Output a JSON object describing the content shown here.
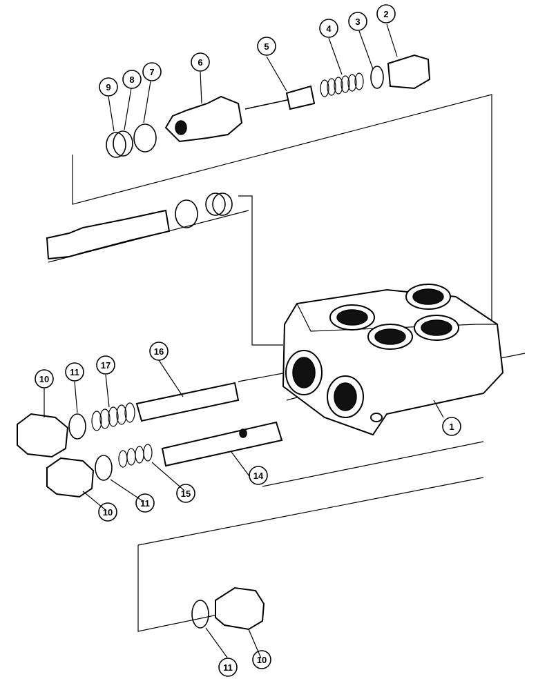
{
  "diagram": {
    "callouts": [
      {
        "id": "c1",
        "label": "1"
      },
      {
        "id": "c2",
        "label": "2"
      },
      {
        "id": "c3",
        "label": "3"
      },
      {
        "id": "c4",
        "label": "4"
      },
      {
        "id": "c5",
        "label": "5"
      },
      {
        "id": "c6",
        "label": "6"
      },
      {
        "id": "c7",
        "label": "7"
      },
      {
        "id": "c8",
        "label": "8"
      },
      {
        "id": "c9",
        "label": "9"
      },
      {
        "id": "c10a",
        "label": "10"
      },
      {
        "id": "c11a",
        "label": "11"
      },
      {
        "id": "c17",
        "label": "17"
      },
      {
        "id": "c16",
        "label": "16"
      },
      {
        "id": "c14",
        "label": "14"
      },
      {
        "id": "c15",
        "label": "15"
      },
      {
        "id": "c11b",
        "label": "11"
      },
      {
        "id": "c10b",
        "label": "10"
      },
      {
        "id": "c11c",
        "label": "11"
      },
      {
        "id": "c10c",
        "label": "10"
      }
    ]
  }
}
